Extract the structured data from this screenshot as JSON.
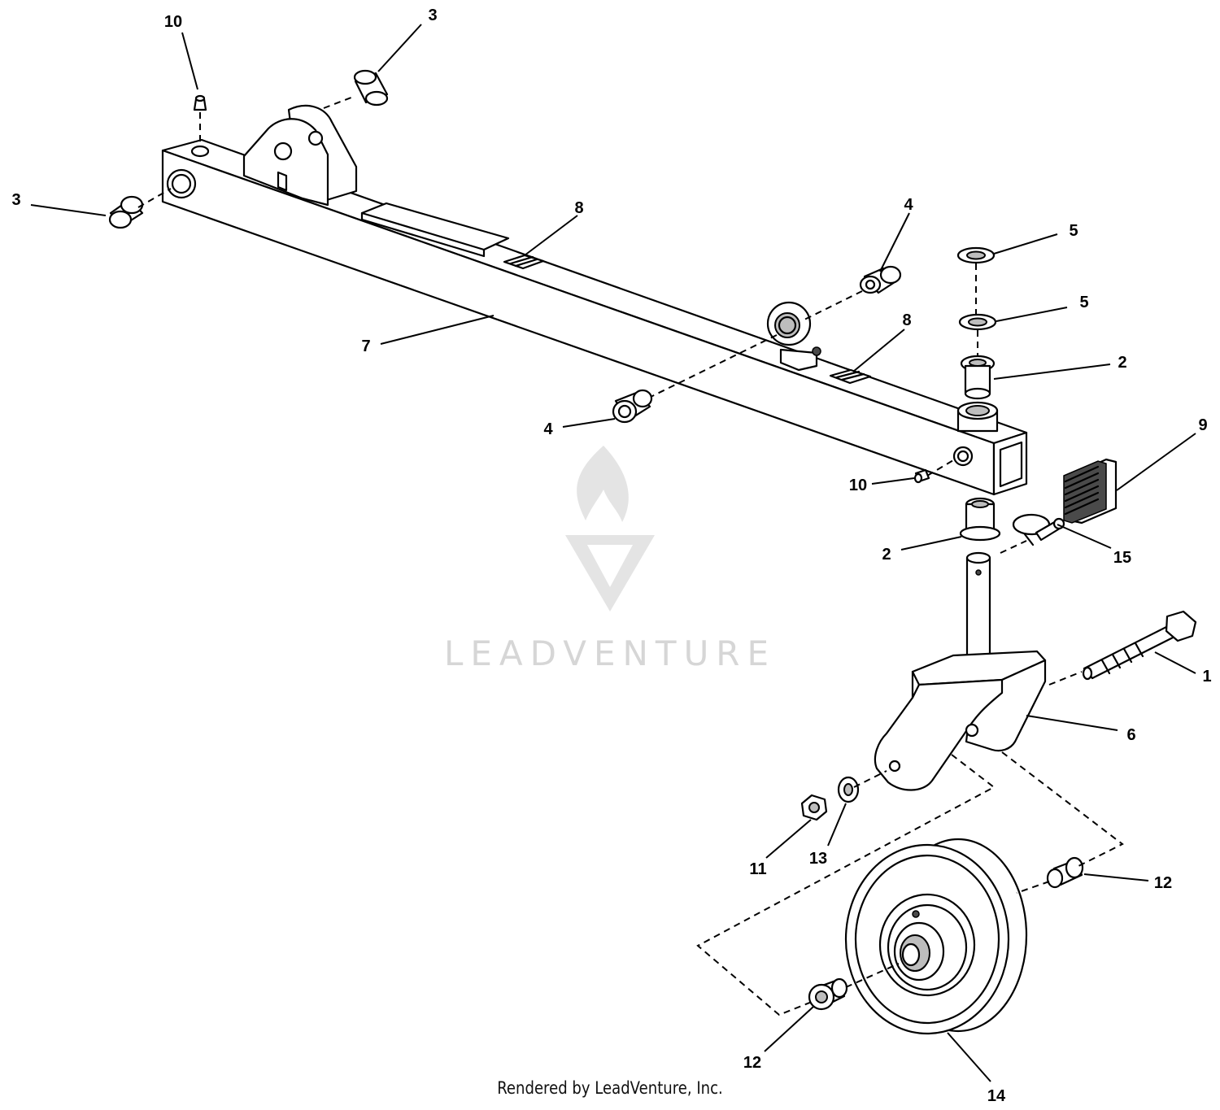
{
  "watermark": {
    "brand": "LEADVENTURE"
  },
  "credit": "Rendered by LeadVenture, Inc.",
  "callouts": {
    "c1": "1",
    "c2a": "2",
    "c2b": "2",
    "c3a": "3",
    "c3b": "3",
    "c4a": "4",
    "c4b": "4",
    "c5a": "5",
    "c5b": "5",
    "c6": "6",
    "c7": "7",
    "c8a": "8",
    "c8b": "8",
    "c9": "9",
    "c10a": "10",
    "c10b": "10",
    "c11": "11",
    "c12a": "12",
    "c12b": "12",
    "c13": "13",
    "c14": "14",
    "c15": "15"
  },
  "colors": {
    "line": "#000000",
    "watermark": "#d6d6d6",
    "shade": "#bdbdbd"
  }
}
